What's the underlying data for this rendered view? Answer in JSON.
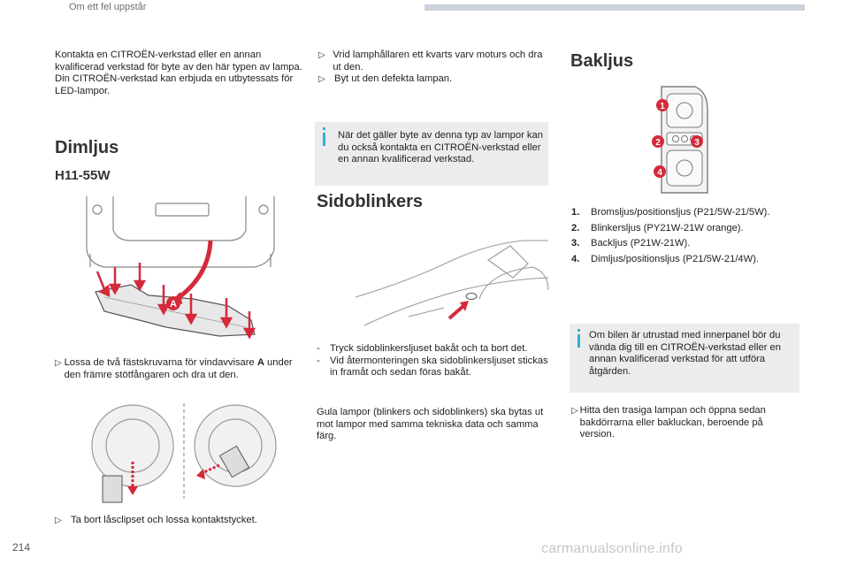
{
  "header": {
    "section": "Om ett fel uppstår"
  },
  "page_number": "214",
  "footer_watermark": "carmanualsonline.info",
  "col1": {
    "intro": "Kontakta en CITROËN-verkstad eller en annan kvalificerad verkstad för byte av den här typen av lampa.",
    "intro2": "Din CITROËN-verkstad kan erbjuda en utbytessats för LED-lampor.",
    "heading": "Dimljus",
    "subheading": "H11-55W",
    "step1_pre": "Lossa de två fästskruvarna för vindavvisare ",
    "step1_bold": "A",
    "step1_post": " under den främre stötfångaren och dra ut den.",
    "label_a": "A",
    "step2": "Ta bort låsclipset och lossa kontaktstycket."
  },
  "col2": {
    "step1": "Vrid lamphållaren ett kvarts varv moturs och dra ut den.",
    "step2": "Byt ut den defekta lampan.",
    "info": "När det gäller byte av denna typ av lampor kan du också kontakta en CITROËN-verkstad eller en annan kvalificerad verkstad.",
    "heading": "Sidoblinkers",
    "dash1": "Tryck sidoblinkersljuset bakåt och ta bort det.",
    "dash2": "Vid återmonteringen ska sidoblinkersljuset stickas in framåt och sedan föras bakåt.",
    "note": "Gula lampor (blinkers och sidoblinkers) ska bytas ut mot lampor med samma tekniska data och samma färg."
  },
  "col3": {
    "heading": "Bakljus",
    "callouts": [
      "1",
      "2",
      "3",
      "4"
    ],
    "items": [
      {
        "num": "1.",
        "text": "Bromsljus/positionsljus (P21/5W-21/5W)."
      },
      {
        "num": "2.",
        "text": "Blinkersljus (PY21W-21W orange)."
      },
      {
        "num": "3.",
        "text": "Backljus (P21W-21W)."
      },
      {
        "num": "4.",
        "text": "Dimljus/positionsljus (P21/5W-21/4W)."
      }
    ],
    "info": "Om bilen är utrustad med innerpanel bör du vända dig till en CITROËN-verkstad eller en annan kvalificerad verkstad för att utföra åtgärden.",
    "step1": "Hitta den trasiga lampan och öppna sedan bakdörrarna eller bakluckan, beroende på version."
  },
  "colors": {
    "accent_red": "#d42a3a",
    "info_bar": "#2fb2d8",
    "info_bg": "#ececec",
    "header_bar": "#cbd0dc"
  },
  "icons": {
    "step_marker": "arrow-right-triangle-icon"
  }
}
